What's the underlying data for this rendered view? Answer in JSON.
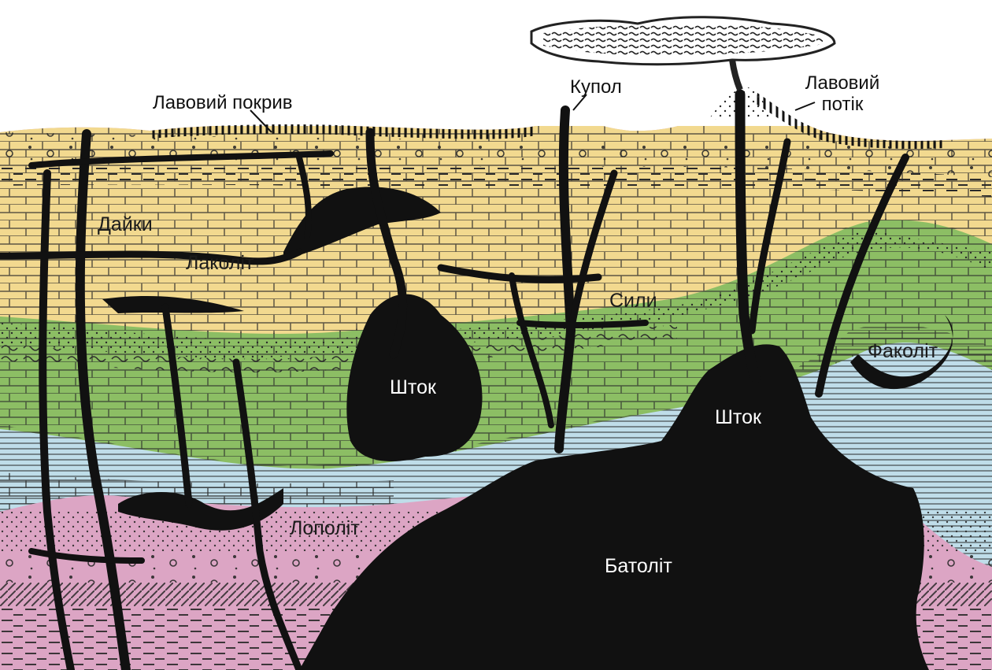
{
  "colors": {
    "sediment_yellow": "#f2d98f",
    "sediment_green": "#8cbe64",
    "sediment_blue": "#bfdde9",
    "sediment_pink": "#dca5c4",
    "intrusion_black": "#111111",
    "line_black": "#1a1a1a"
  },
  "icons": {
    "ash_cloud": "ash-cloud-icon",
    "volcano": "volcano-icon"
  },
  "labels": {
    "lava_sheet": "Лавовий покрив",
    "dome": "Купол",
    "lava_flow_line1": "Лавовий",
    "lava_flow_line2": "потік",
    "dikes": "Дайки",
    "laccolith": "Лаколіт",
    "sills": "Сили",
    "phacolith": "Факоліт",
    "stock_left": "Шток",
    "stock_right": "Шток",
    "lopolith": "Лополіт",
    "batholith": "Батоліт"
  }
}
